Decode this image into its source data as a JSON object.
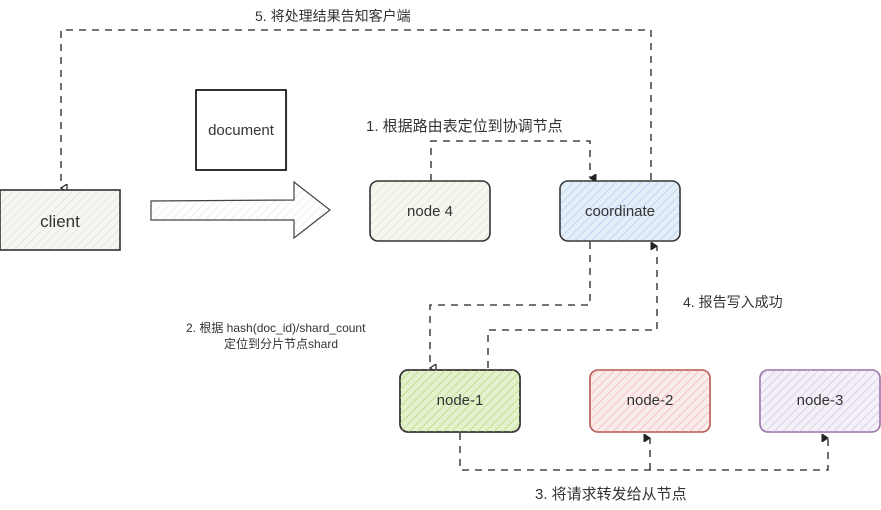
{
  "nodes": {
    "client": {
      "label": "client",
      "fill": "#f7f7f2",
      "stroke": "#333333"
    },
    "document": {
      "label": "document",
      "fill": "#ffffff",
      "stroke": "#000000"
    },
    "node4": {
      "label": "node 4",
      "fill": "#f6f7ee",
      "stroke": "#333333"
    },
    "coordinate": {
      "label": "coordinate",
      "fill": "#e3eef9",
      "stroke": "#333333"
    },
    "node1": {
      "label": "node-1",
      "fill": "#e3f1cc",
      "stroke": "#333333"
    },
    "node2": {
      "label": "node-2",
      "fill": "#f9e0e0",
      "stroke": "#b85450"
    },
    "node3": {
      "label": "node-3",
      "fill": "#efe9f5",
      "stroke": "#9673a6"
    }
  },
  "edges": {
    "step1": {
      "label": "1. 根据路由表定位到协调节点"
    },
    "step2": {
      "label_line1": "2. 根据 hash(doc_id)/shard_count",
      "label_line2": "定位到分片节点shard"
    },
    "step3": {
      "label": "3. 将请求转发给从节点"
    },
    "step4": {
      "label": "4. 报告写入成功"
    },
    "step5": {
      "label": "5. 将处理结果告知客户端"
    }
  }
}
